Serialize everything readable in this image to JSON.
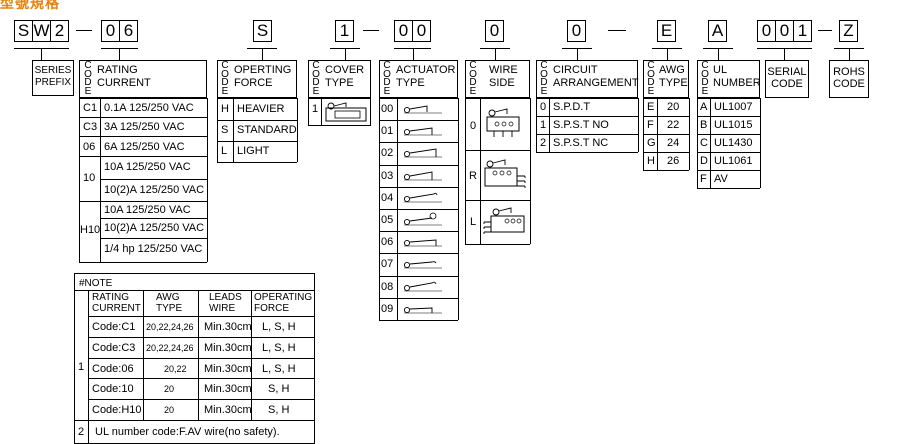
{
  "heading": "型號規格",
  "code_boxes": [
    "S",
    "W",
    "2",
    "0",
    "6",
    "S",
    "1",
    "0",
    "0",
    "0",
    "0",
    "E",
    "A",
    "0",
    "0",
    "1",
    "Z"
  ],
  "dash": "—",
  "code_letters": [
    "C",
    "O",
    "D",
    "E"
  ],
  "series": {
    "label1": "SERIES",
    "label2": "PREFIX"
  },
  "rating": {
    "header": [
      "RATING",
      "CURRENT"
    ],
    "rows": [
      {
        "code": "C1",
        "lines": [
          "0.1A 125/250 VAC"
        ]
      },
      {
        "code": "C3",
        "lines": [
          "3A 125/250 VAC"
        ]
      },
      {
        "code": "06",
        "lines": [
          "6A 125/250 VAC"
        ]
      },
      {
        "code": "10",
        "lines": [
          "10A 125/250 VAC",
          "10(2)A 125/250 VAC"
        ]
      },
      {
        "code": "H10",
        "lines": [
          "10A 125/250 VAC",
          "10(2)A 125/250 VAC",
          "1/4 hp 125/250 VAC"
        ]
      }
    ]
  },
  "force": {
    "header": [
      "OPERTING",
      "FORCE"
    ],
    "rows": [
      {
        "code": "H",
        "label": "HEAVIER"
      },
      {
        "code": "S",
        "label": "STANDARD"
      },
      {
        "code": "L",
        "label": "LIGHT"
      }
    ]
  },
  "cover": {
    "header": [
      "COVER",
      "TYPE"
    ],
    "code": "1"
  },
  "actuator": {
    "header": [
      "ACTUATOR",
      "TYPE"
    ],
    "codes": [
      "00",
      "01",
      "02",
      "03",
      "04",
      "05",
      "06",
      "07",
      "08",
      "09"
    ]
  },
  "wire": {
    "header": [
      "WIRE",
      "SIDE"
    ],
    "codes": [
      "0",
      "R",
      "L"
    ]
  },
  "circuit": {
    "header": [
      "CIRCUIT",
      "ARRANGEMENT"
    ],
    "rows": [
      {
        "code": "0",
        "label": "S.P.D.T"
      },
      {
        "code": "1",
        "label": "S.P.S.T NO"
      },
      {
        "code": "2",
        "label": "S.P.S.T NC"
      }
    ]
  },
  "awg": {
    "header": [
      "AWG",
      "TYPE"
    ],
    "rows": [
      {
        "code": "E",
        "label": "20"
      },
      {
        "code": "F",
        "label": "22"
      },
      {
        "code": "G",
        "label": "24"
      },
      {
        "code": "H",
        "label": "26"
      }
    ]
  },
  "ul": {
    "header": [
      "UL",
      "NUMBER"
    ],
    "rows": [
      {
        "code": "A",
        "label": "UL1007"
      },
      {
        "code": "B",
        "label": "UL1015"
      },
      {
        "code": "C",
        "label": "UL1430"
      },
      {
        "code": "D",
        "label": "UL1061"
      },
      {
        "code": "F",
        "label": "AV"
      }
    ]
  },
  "serial": {
    "label1": "SERIAL",
    "label2": "CODE"
  },
  "rohs": {
    "label1": "ROHS",
    "label2": "CODE"
  },
  "note": {
    "title": "#NOTE",
    "headers": [
      [
        "RATING",
        "CURRENT"
      ],
      [
        "AWG",
        "TYPE"
      ],
      [
        "LEADS",
        "WIRE"
      ],
      [
        "OPERATING",
        "FORCE"
      ]
    ],
    "group": "1",
    "rows": [
      [
        "Code:C1",
        "20,22,24,26",
        "Min.30cm",
        "L, S, H"
      ],
      [
        "Code:C3",
        "20,22,24,26",
        "Min.30cm",
        "L, S, H"
      ],
      [
        "Code:06",
        "20,22",
        "Min.30cm",
        "L, S, H"
      ],
      [
        "Code:10",
        "20",
        "Min.30cm",
        "S, H"
      ],
      [
        "Code:H10",
        "20",
        "Min.30cm",
        "S, H"
      ]
    ],
    "footer_num": "2",
    "footer_text": "UL number code:F.AV wire(no safety)."
  }
}
